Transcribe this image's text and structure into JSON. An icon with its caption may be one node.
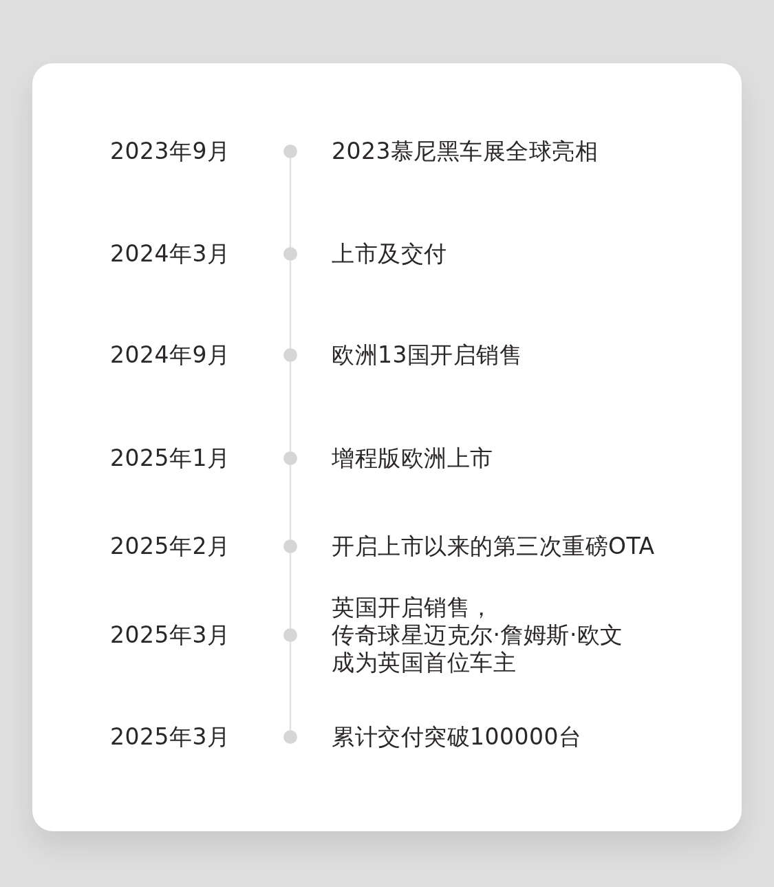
{
  "diagram": {
    "nodes": [
      {
        "text": [],
        "shape": "circle",
        "beside": [
          "2023年9月",
          "2023慕尼黑车展全球亮相"
        ]
      },
      {
        "text": [],
        "shape": "circle",
        "beside": [
          "2024年3月",
          "上市及交付"
        ]
      },
      {
        "text": [],
        "shape": "circle",
        "beside": [
          "2024年9月",
          "欧洲13国开启销售"
        ]
      },
      {
        "text": [],
        "shape": "circle",
        "beside": [
          "2025年1月",
          "增程版欧洲上市"
        ]
      },
      {
        "text": [],
        "shape": "circle",
        "beside": [
          "2025年2月",
          "开启上市以来的第三次重磅OTA"
        ]
      },
      {
        "text": [],
        "shape": "circle",
        "beside": [
          "2025年3月",
          "英国开启销售，传奇球星迈克尔·詹姆斯·欧文成为英国首位车主"
        ]
      },
      {
        "text": [],
        "shape": "circle",
        "beside": [
          "2025年3月",
          "累计交付突破100000台"
        ]
      }
    ],
    "edges": [
      {
        "from": 0,
        "to": 1,
        "arrow": "none"
      },
      {
        "from": 1,
        "to": 2,
        "arrow": "none"
      },
      {
        "from": 2,
        "to": 3,
        "arrow": "none"
      },
      {
        "from": 3,
        "to": 4,
        "arrow": "none"
      },
      {
        "from": 4,
        "to": 5,
        "arrow": "none"
      },
      {
        "from": 5,
        "to": 6,
        "arrow": "none"
      }
    ]
  }
}
